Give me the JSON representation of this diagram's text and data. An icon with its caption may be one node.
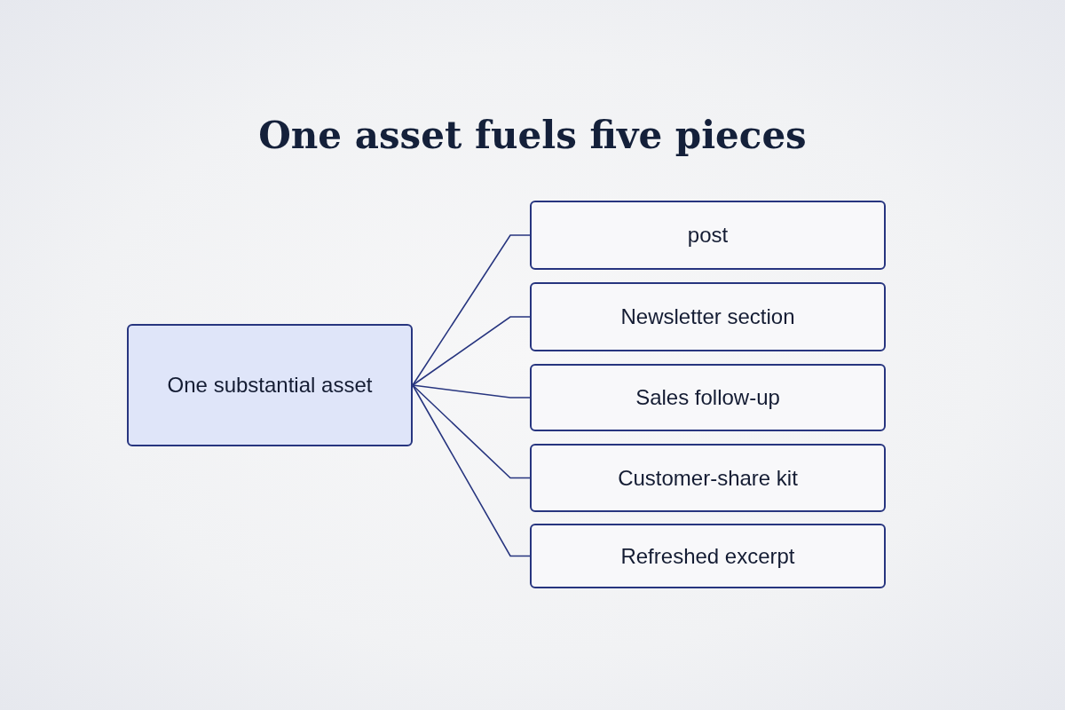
{
  "diagram": {
    "title": "One asset fuels **five pieces**",
    "nodes": [
      {
        "text": [
          "One substantial asset"
        ]
      },
      {
        "text": [
          "post"
        ]
      },
      {
        "text": [
          "Newsletter section"
        ]
      },
      {
        "text": [
          "Sales follow-up"
        ]
      },
      {
        "text": [
          "Customer-share kit"
        ]
      },
      {
        "text": [
          "Refreshed excerpt"
        ]
      }
    ],
    "edges": [
      {
        "from": 0,
        "to": 1,
        "arrow": "none"
      },
      {
        "from": 0,
        "to": 2,
        "arrow": "none"
      },
      {
        "from": 0,
        "to": 3,
        "arrow": "none"
      },
      {
        "from": 0,
        "to": 4,
        "arrow": "none"
      },
      {
        "from": 0,
        "to": 5,
        "arrow": "none"
      }
    ]
  }
}
